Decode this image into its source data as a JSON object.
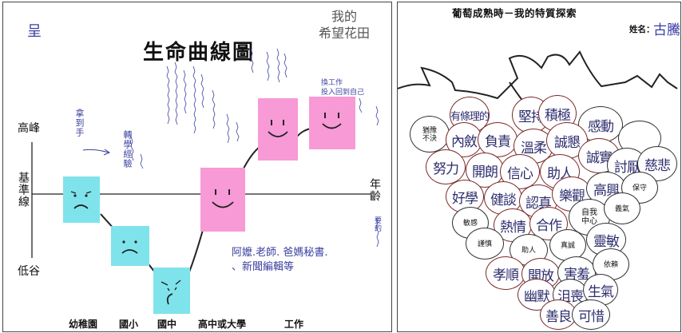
{
  "life_curve": {
    "title": "生命曲線圖",
    "corner_note": "我的\n希望花田",
    "side_mark": "呈",
    "y_labels": {
      "peak": "高峰",
      "baseline": "基準線",
      "valley": "低谷"
    },
    "x_axis_label": "年齡",
    "stages": [
      "幼稚園",
      "國小",
      "國中",
      "高中或大學",
      "工作"
    ],
    "handwriting": {
      "near_peak_left": "拿到手",
      "kindergarten_note": "轉學經驗",
      "right_bottom": "阿嬤.老師. 爸媽秘書.\n、新聞編輯等",
      "work_note": "換工作\n投入回到自己",
      "right_edge_note": "要的"
    },
    "faces": [
      {
        "stage": "幼稚園",
        "mood": "sad",
        "color": "cyan"
      },
      {
        "stage": "國小",
        "mood": "sad",
        "color": "cyan"
      },
      {
        "stage": "國中",
        "mood": "very-sad",
        "color": "cyan"
      },
      {
        "stage": "高中或大學",
        "mood": "happy",
        "color": "pink"
      },
      {
        "stage": "工作",
        "mood": "happy",
        "color": "pink"
      },
      {
        "stage": "工作",
        "mood": "happy",
        "color": "pink"
      }
    ]
  },
  "grape": {
    "title": "葡萄成熟時－我的特質探索",
    "name_label": "姓名：",
    "name_value": "古騰",
    "center": "自我\n中心",
    "rows": [
      [
        "有條理的",
        "堅持",
        "積極",
        "感動"
      ],
      [
        "猶豫\n不決",
        "內斂",
        "負責",
        "溫柔",
        "誠懇"
      ],
      [
        "努力",
        "開朗",
        "信心",
        "助人",
        "誠實",
        "討厭",
        "慈悲"
      ],
      [
        "好學",
        "健談",
        "認真",
        "樂觀",
        "高興",
        "保守"
      ],
      [
        "敏感",
        "熱情",
        "合作",
        "義氣"
      ],
      [
        "謹慎",
        "助人",
        "真誠",
        "靈敏"
      ],
      [
        "孝順",
        "開放",
        "害羞",
        "依賴"
      ],
      [
        "幽默",
        "沮喪",
        "生氣"
      ],
      [
        "善良",
        "可惜"
      ]
    ]
  }
}
